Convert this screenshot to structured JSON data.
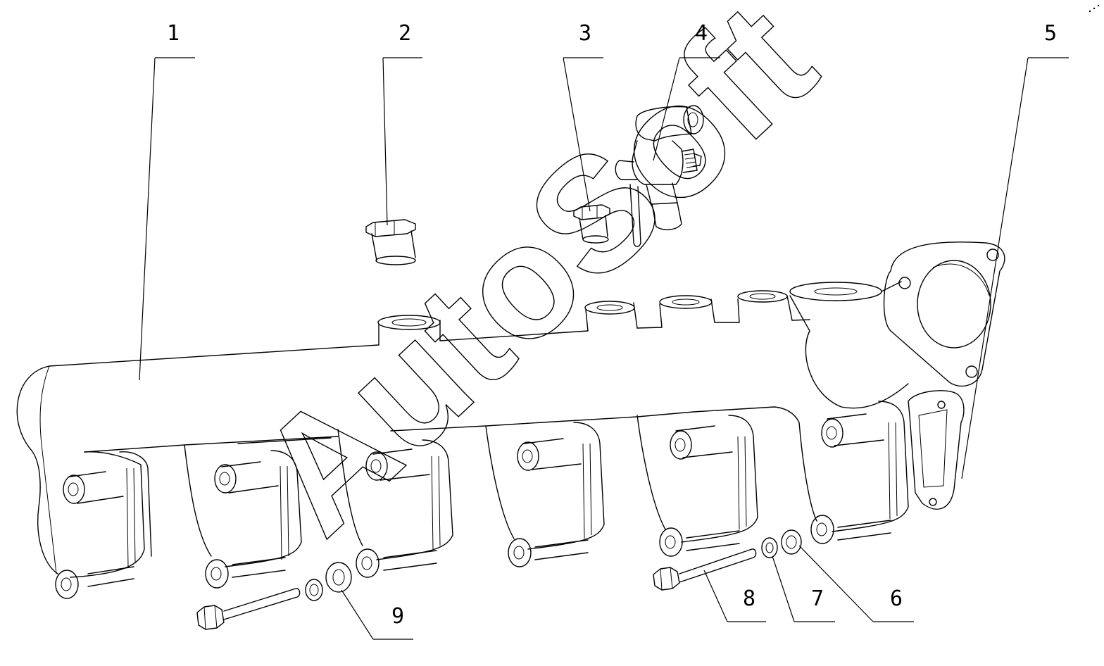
{
  "watermark": "AutoSoft",
  "callouts": [
    "1",
    "2",
    "3",
    "4",
    "5",
    "6",
    "7",
    "8",
    "9"
  ]
}
